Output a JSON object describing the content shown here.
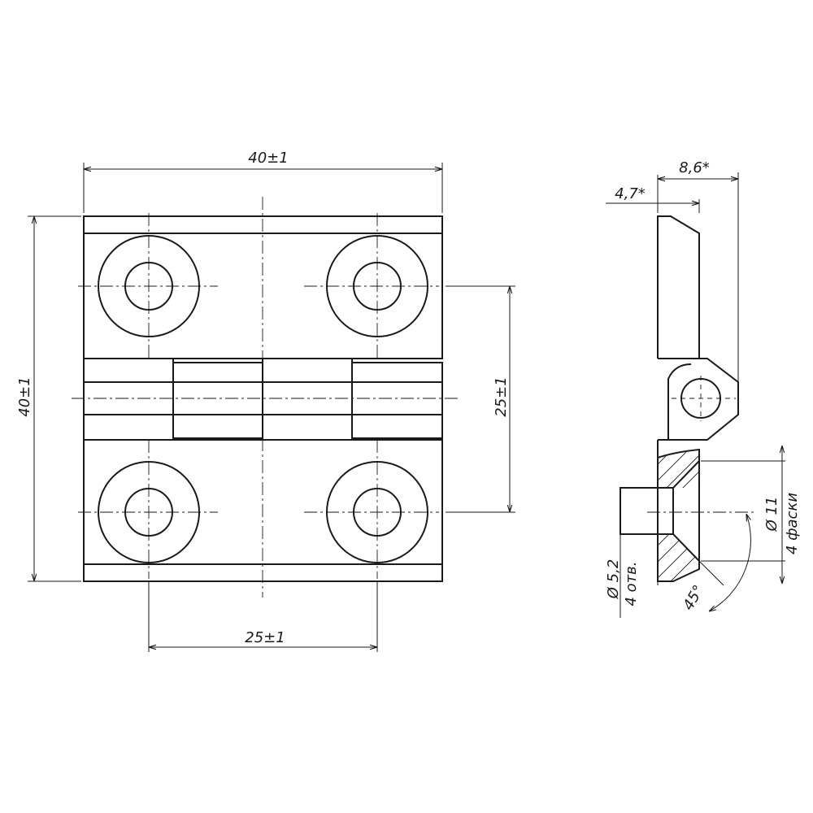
{
  "dimensions": {
    "front_width": "40±1",
    "front_height": "40±1",
    "hole_spacing_horizontal": "25±1",
    "hole_spacing_vertical": "25±1",
    "side_leaf_thickness": "4,7*",
    "side_total_thickness": "8,6*",
    "hole_diameter": "Ø 5,2",
    "hole_count": "4 отв.",
    "countersink_diameter": "Ø 11",
    "countersink_count": "4 фаски",
    "countersink_angle": "45°"
  },
  "colors": {
    "line": "#1a1a1a",
    "background": "#ffffff"
  }
}
